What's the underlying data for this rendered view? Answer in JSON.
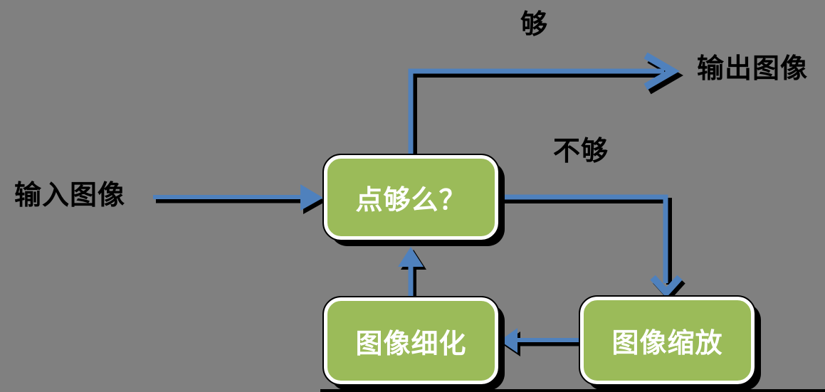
{
  "palette": {
    "background": "#808080",
    "node_fill": "#9BBB59",
    "node_border": "#FFFFFF",
    "node_text": "#FFFFFF",
    "arrow": "#4F81BD",
    "shadow": "#000000",
    "label_text": "#000000"
  },
  "diagram": {
    "type": "flowchart",
    "nodes": [
      {
        "id": "decision",
        "label": "点够么？"
      },
      {
        "id": "refine",
        "label": "图像细化"
      },
      {
        "id": "scale",
        "label": "图像缩放"
      }
    ],
    "terminals": [
      {
        "id": "input",
        "label": "输入图像"
      },
      {
        "id": "output",
        "label": "输出图像"
      }
    ],
    "edges": [
      {
        "from": "input",
        "to": "decision",
        "label": ""
      },
      {
        "from": "decision",
        "to": "output",
        "label": "够"
      },
      {
        "from": "decision",
        "to": "scale",
        "label": "不够"
      },
      {
        "from": "scale",
        "to": "refine",
        "label": ""
      },
      {
        "from": "refine",
        "to": "decision",
        "label": ""
      }
    ]
  }
}
